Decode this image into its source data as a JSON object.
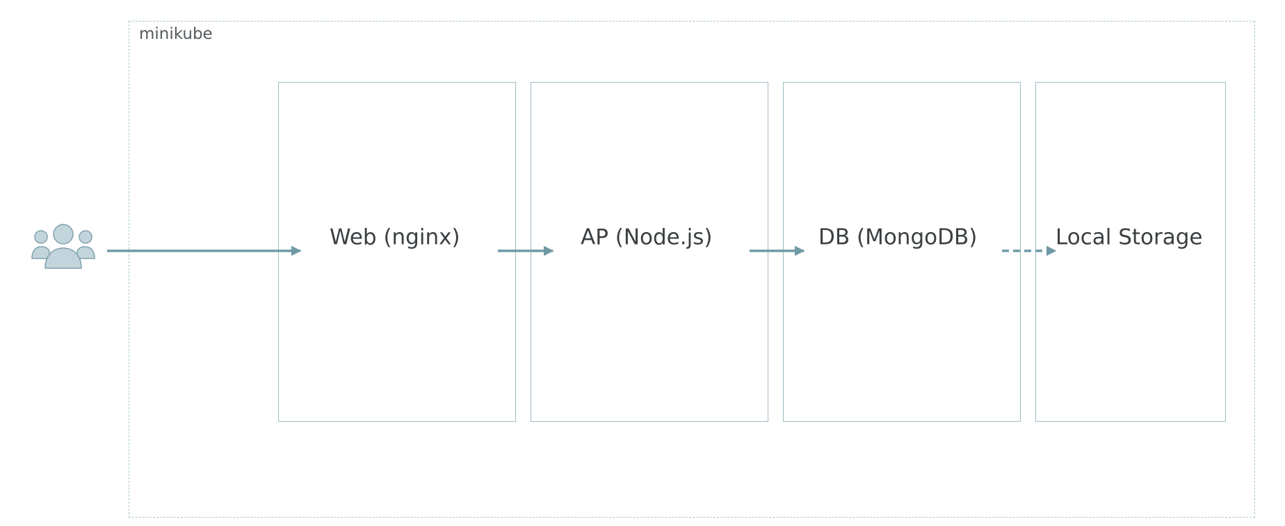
{
  "cluster": {
    "label": "minikube"
  },
  "actor": {
    "icon": "users-icon"
  },
  "nodes": [
    {
      "id": "web",
      "label": "Web (nginx)"
    },
    {
      "id": "ap",
      "label": "AP (Node.js)"
    },
    {
      "id": "db",
      "label": "DB (MongoDB)"
    },
    {
      "id": "storage",
      "label": "Local Storage"
    }
  ],
  "edges": [
    {
      "from": "users",
      "to": "web",
      "style": "solid"
    },
    {
      "from": "web",
      "to": "ap",
      "style": "solid"
    },
    {
      "from": "ap",
      "to": "db",
      "style": "solid"
    },
    {
      "from": "db",
      "to": "storage",
      "style": "dashed"
    }
  ],
  "colors": {
    "edge": "#6f9aa6",
    "icon_fill": "#c3d5dc",
    "icon_stroke": "#7fa0ac",
    "border": "#9dbac3",
    "cluster_border": "#a9c6cc"
  }
}
